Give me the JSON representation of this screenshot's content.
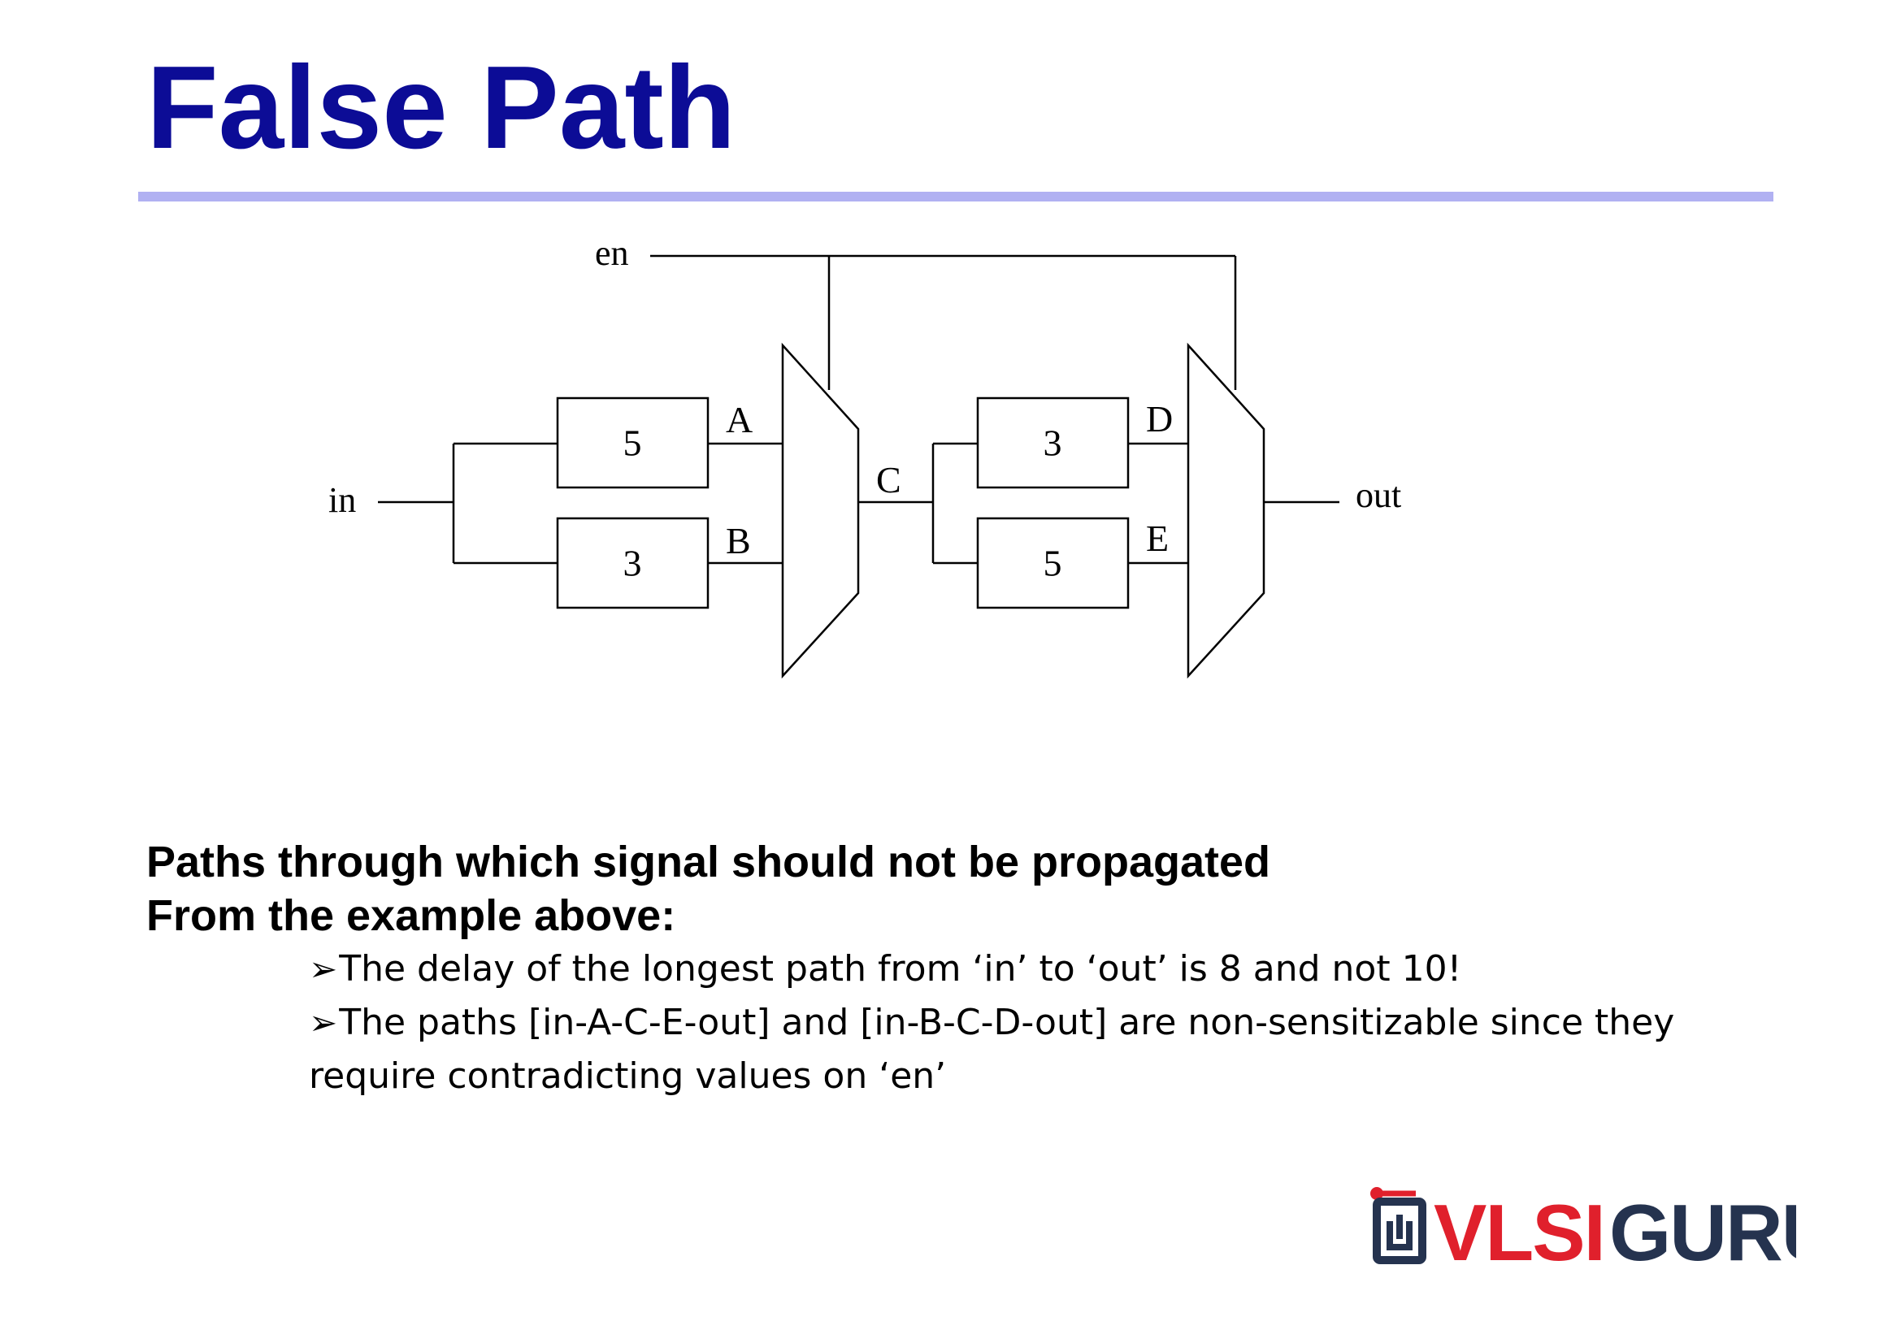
{
  "slide": {
    "title": "False Path",
    "heading": "Paths through which signal should not be propagated",
    "subheading": "From the example above:",
    "bullets": [
      "The  delay of the longest path from ‘in’ to ‘out’ is 8 and not 10!",
      "The paths [in-A-C-E-out] and [in-B-C-D-out] are non-sensitizable since they require contradicting values on ‘en’"
    ],
    "bullet_glyph": "➢"
  },
  "diagram": {
    "labels": {
      "en": "en",
      "in": "in",
      "out": "out",
      "node_a": "A",
      "node_b": "B",
      "node_c": "C",
      "node_d": "D",
      "node_e": "E"
    },
    "delays": {
      "box_top_left": "5",
      "box_bottom_left": "3",
      "box_top_right": "3",
      "box_bottom_right": "5"
    }
  },
  "logo": {
    "text_red": "VLSI",
    "text_dark": "GURU",
    "colors": {
      "red": "#e0202c",
      "dark": "#25334f"
    }
  },
  "colors": {
    "title": "#0c0c96",
    "rule": "#b1b1f2"
  }
}
